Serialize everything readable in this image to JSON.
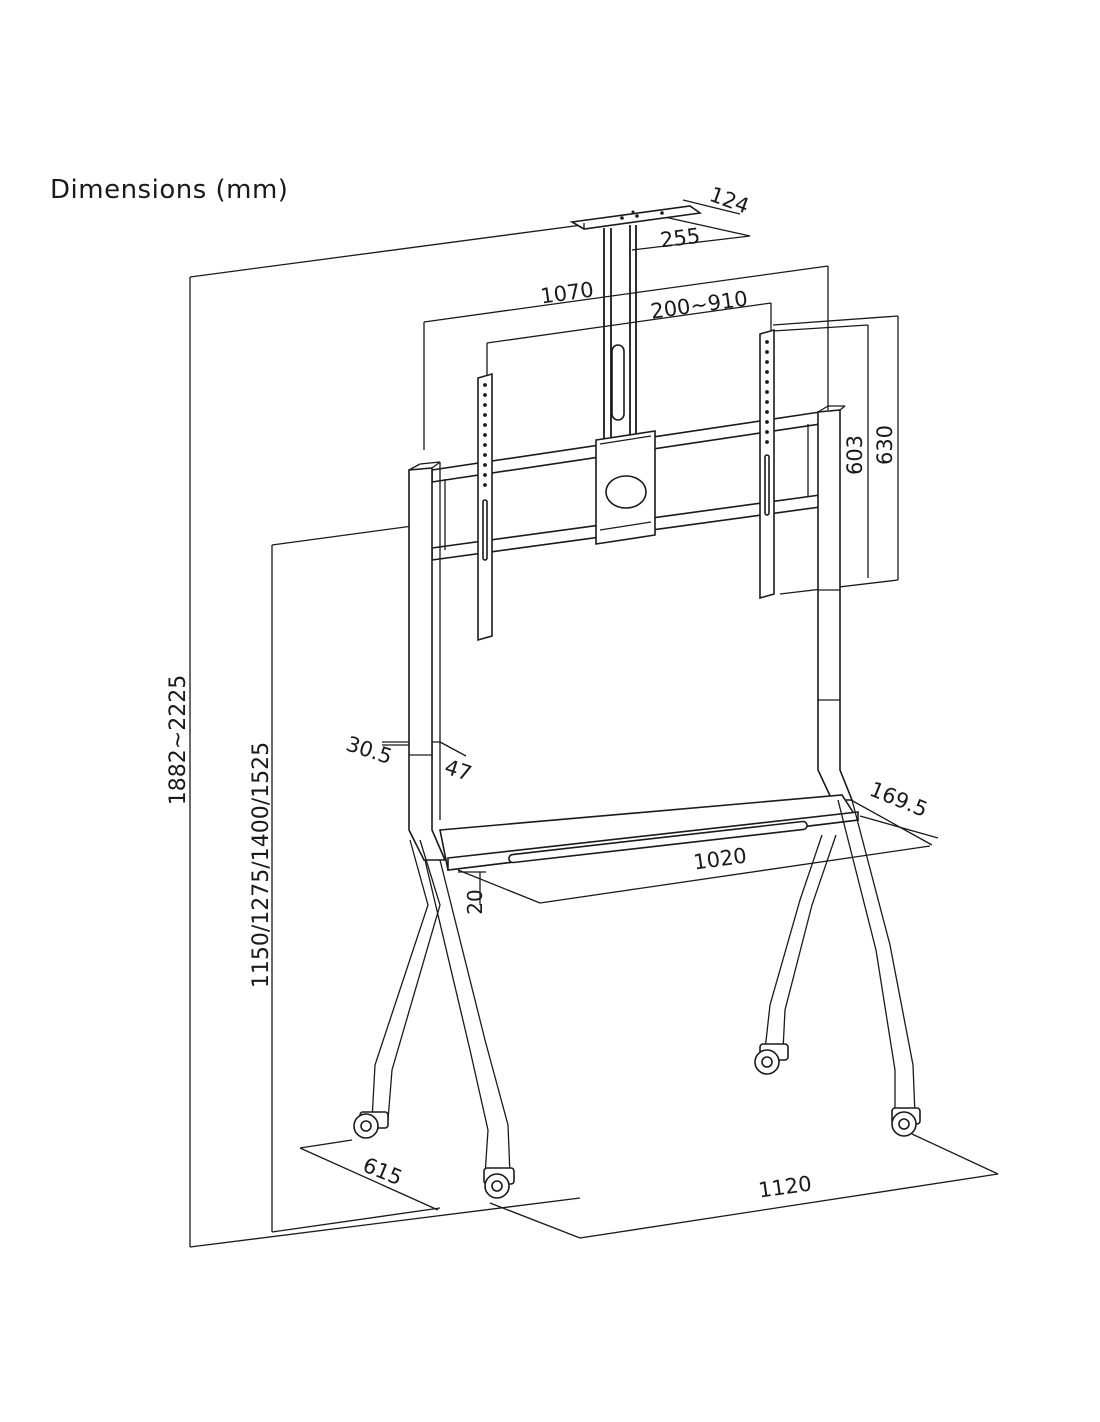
{
  "title": "Dimensions (mm)",
  "dimensions": {
    "total_height": "1882~2225",
    "mount_height": "1150/1275/1400/1525",
    "pole_width": "1070",
    "vesa_horizontal": "200~910",
    "vesa_vertical_603": "603",
    "vesa_vertical_630": "630",
    "camera_shelf_depth": "124",
    "camera_shelf_width": "255",
    "upright_depth": "30.5",
    "upright_width": "47",
    "tray_depth": "169.5",
    "tray_width": "1020",
    "tray_lip": "20",
    "base_depth": "615",
    "base_width": "1120"
  },
  "colors": {
    "line": "#1a1a1a",
    "background": "#ffffff"
  }
}
